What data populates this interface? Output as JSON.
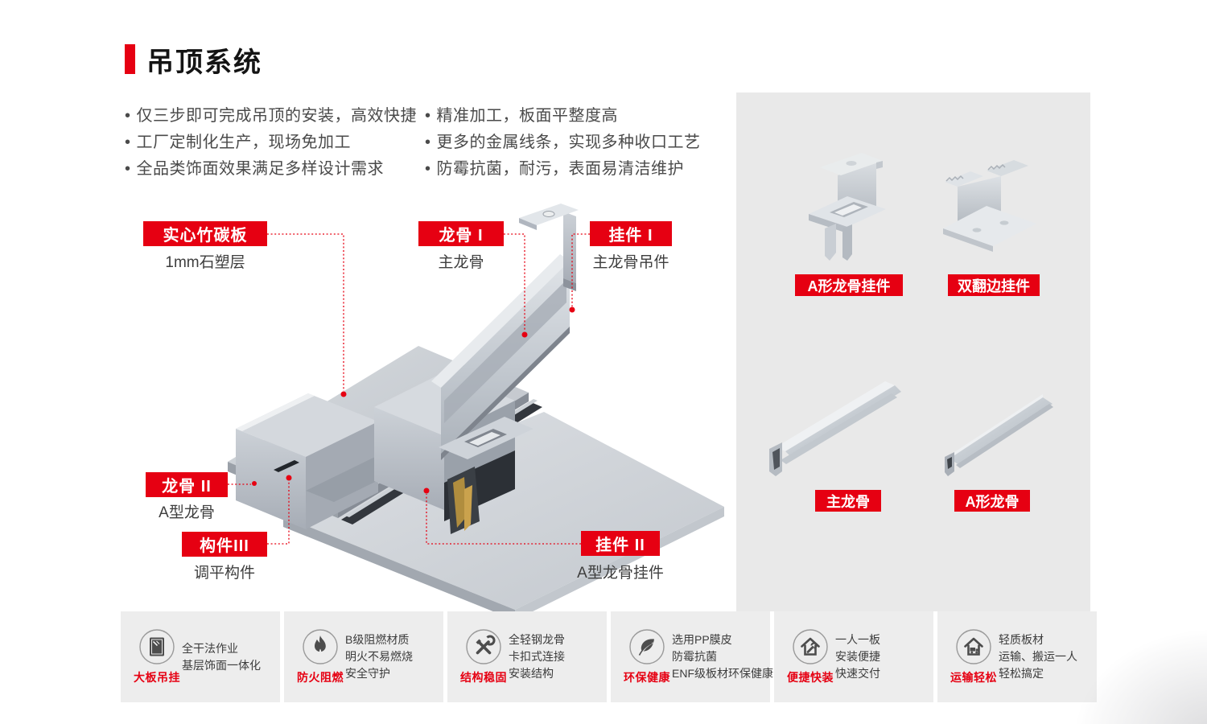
{
  "header": {
    "title": "吊顶系统"
  },
  "intro": {
    "left": [
      "仅三步即可完成吊顶的安装，高效快捷",
      "工厂定制化生产，现场免加工",
      "全品类饰面效果满足多样设计需求"
    ],
    "right": [
      "精准加工，板面平整度高",
      "更多的金属线条，实现多种收口工艺",
      "防霉抗菌，耐污，表面易清洁维护"
    ]
  },
  "diagram": {
    "labels": [
      {
        "title": "实心竹碳板",
        "subtitle": "1mm石塑层"
      },
      {
        "title": "龙骨 I",
        "subtitle": "主龙骨"
      },
      {
        "title": "挂件 I",
        "subtitle": "主龙骨吊件"
      },
      {
        "title": "龙骨 II",
        "subtitle": "A型龙骨"
      },
      {
        "title": "构件III",
        "subtitle": "调平构件"
      },
      {
        "title": "挂件 II",
        "subtitle": "A型龙骨挂件"
      }
    ]
  },
  "products": [
    {
      "label": "A形龙骨挂件"
    },
    {
      "label": "双翻边挂件"
    },
    {
      "label": "主龙骨"
    },
    {
      "label": "A形龙骨"
    }
  ],
  "features": [
    {
      "name": "大板吊挂",
      "icon": "panel-icon",
      "lines": [
        "全干法作业",
        "基层饰面一体化"
      ]
    },
    {
      "name": "防火阻燃",
      "icon": "flame-icon",
      "lines": [
        "B级阻燃材质",
        "明火不易燃烧",
        "安全守护"
      ]
    },
    {
      "name": "结构稳固",
      "icon": "tools-icon",
      "lines": [
        "全轻钢龙骨",
        "卡扣式连接",
        "安装结构"
      ]
    },
    {
      "name": "环保健康",
      "icon": "leaf-icon",
      "lines": [
        "选用PP膜皮",
        "防霉抗菌",
        "ENF级板材环保健康"
      ]
    },
    {
      "name": "便捷快装",
      "icon": "house-wrench-icon",
      "lines": [
        "一人一板",
        "安装便捷",
        "快速交付"
      ]
    },
    {
      "name": "运输轻松",
      "icon": "house-truck-icon",
      "lines": [
        "轻质板材",
        "运输、搬运一人",
        "轻松搞定"
      ]
    }
  ],
  "colors": {
    "accent": "#e60012",
    "panel_bg": "#e9e9e9",
    "card_bg": "#ededed"
  }
}
